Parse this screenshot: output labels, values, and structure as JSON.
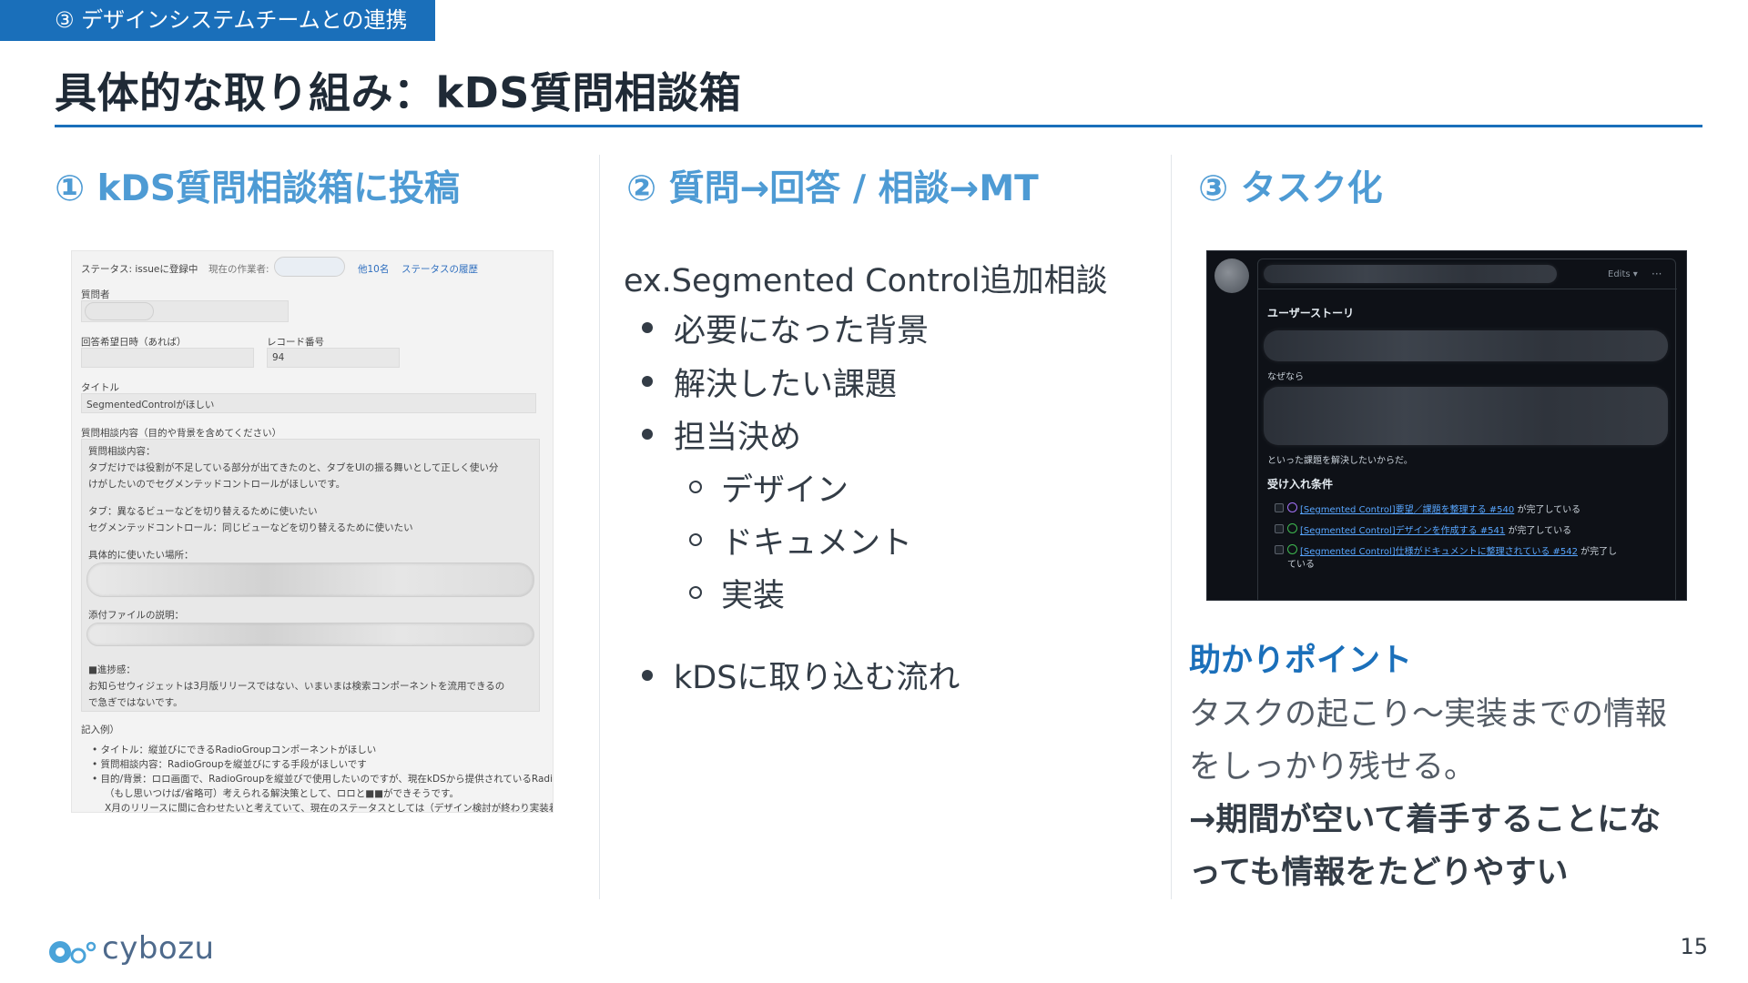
{
  "section_tab": "③ デザインシステムチームとの連携",
  "title": "具体的な取り組み：kDS質問相談箱",
  "columns": [
    {
      "heading": "① kDS質問相談箱に投稿"
    },
    {
      "heading": "② 質問→回答 / 相談→MT"
    },
    {
      "heading": "③ タスク化"
    }
  ],
  "form": {
    "status_label": "ステータス: issueに登録中",
    "worker_label": "現在の作業者:",
    "worker_count": "他10名",
    "history_link": "ステータスの履歴",
    "asker_label": "質問者",
    "due_label": "回答希望日時（あれば）",
    "record_label": "レコード番号",
    "record_value": "94",
    "title_label": "タイトル",
    "title_value": "SegmentedControlがほしい",
    "content_label": "質問相談内容（目的や背景を含めてください）",
    "content_lines": [
      "質問相談内容：",
      "タブだけでは役割が不足している部分が出てきたのと、タブをUIの振る舞いとして正しく使い分",
      "けがしたいのでセグメンテッドコントロールがほしいです。",
      "",
      "タブ：異なるビューなどを切り替えるために使いたい",
      "セグメンテッドコントロール：同じビューなどを切り替えるために使いたい",
      "",
      "具体的に使いたい場所："
    ],
    "attach_label": "添付ファイルの説明：",
    "progress_lines": [
      "■進捗感：",
      "お知らせウィジェットは3月版リリースではない、いまいまは検索コンポーネントを流用できるの",
      "で急ぎではないです。"
    ],
    "example_label": "記入例）",
    "example_lines": [
      "タイトル：縦並びにできるRadioGroupコンポーネントがほしい",
      "質問相談内容：RadioGroupを縦並びにする手段がほしいです",
      "目的/背景：ロロ画面で、RadioGroupを縦並びで使用したいのですが、現在kDSから提供されているRadioGrou"
    ],
    "example_extra": [
      "（もし思いつけば/省略可）考えられる解決策として、ロロと■■ができそうです。",
      "X月のリリースに間に合わせたいと考えていて、現在のステータスとしては（デザイン検討が終わり実装着手中"
    ]
  },
  "col2": {
    "lead": "ex.Segmented Control追加相談",
    "bullets": [
      "必要になった背景",
      "解決したい課題",
      "担当決め"
    ],
    "sub_bullets": [
      "デザイン",
      "ドキュメント",
      "実装"
    ],
    "last_bullet": "kDSに取り込む流れ"
  },
  "dark": {
    "edits_label": "Edits ▾",
    "more_label": "···",
    "story_heading": "ユーザーストーリ",
    "because_label": "なぜなら",
    "tail_text": "といった課題を解決したいからだ。",
    "criteria_heading": "受け入れ条件",
    "tasks": [
      {
        "link": "[Segmented Control]要望／課題を整理する #540",
        "suffix": "が完了している"
      },
      {
        "link": "[Segmented Control]デザインを作成する #541",
        "suffix": "が完了している"
      },
      {
        "link": "[Segmented Control]仕様がドキュメントに整理されている #542",
        "suffix": "が完了し"
      }
    ],
    "task_wrap": "ている"
  },
  "col3": {
    "point_heading": "助かりポイント",
    "text_lines": [
      "タスクの起こり〜実装までの情報",
      "をしっかり残せる。"
    ],
    "bold_lines": [
      "→期間が空いて着手することにな",
      "っても情報をたどりやすい"
    ]
  },
  "logo_text": "cybozu",
  "page_number": "15",
  "colors": {
    "accent": "#1a6fba",
    "heading": "#4e9bd4",
    "dark_bg": "#0e1117"
  }
}
